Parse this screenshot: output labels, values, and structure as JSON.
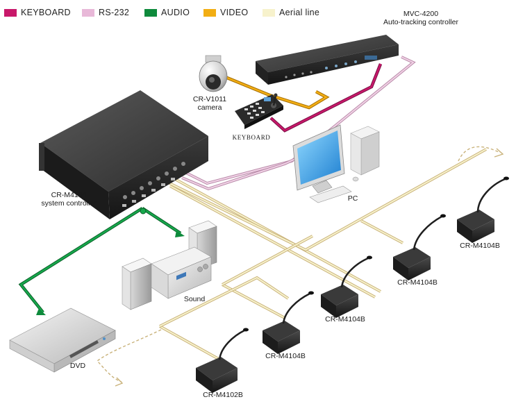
{
  "legend": [
    {
      "label": "KEYBOARD",
      "color": "#c8186a"
    },
    {
      "label": "RS-232",
      "color": "#e8b8d8"
    },
    {
      "label": "AUDIO",
      "color": "#0e8a3c"
    },
    {
      "label": "VIDEO",
      "color": "#f2ae14"
    },
    {
      "label": "Aerial line",
      "color": "#f7f2cc"
    }
  ],
  "nodes": {
    "auto_tracking_model": "MVC-4200",
    "auto_tracking_name": "Auto-tracking controller",
    "camera_model": "CR-V1011",
    "camera_name": "camera",
    "keyboard": "KEYBOARD",
    "pc": "PC",
    "system_model": "CR-M4104",
    "system_name": "system controller",
    "sound": "Sound",
    "dvd": "DVD",
    "mic1": "CR-M4104B",
    "mic2": "CR-M4104B",
    "mic3": "CR-M4104B",
    "mic4": "CR-M4104B",
    "mic_chair": "CR-M4102B"
  }
}
